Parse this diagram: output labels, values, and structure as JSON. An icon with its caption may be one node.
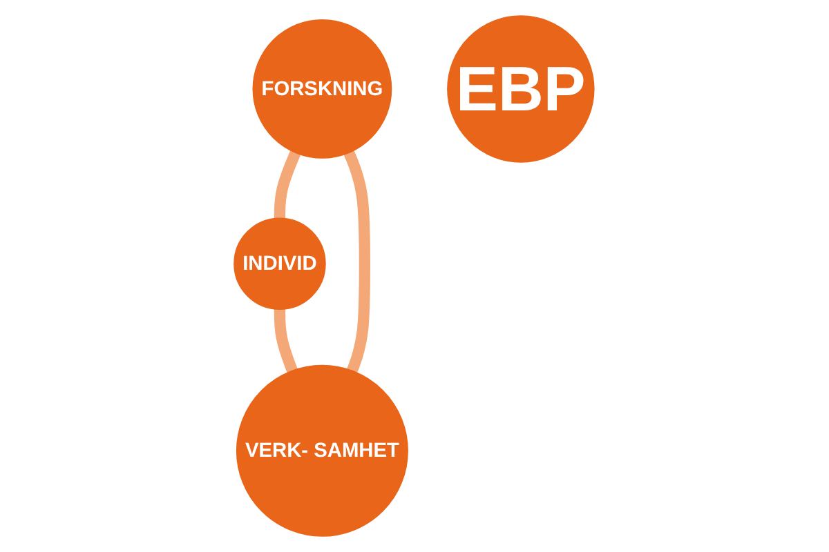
{
  "diagram": {
    "nodes": [
      {
        "text": [
          "FORSKNING"
        ]
      },
      {
        "text": [
          "EBP"
        ]
      },
      {
        "text": [
          "VERK- SAMHET"
        ]
      },
      {
        "text": [
          "INDIVID"
        ]
      }
    ],
    "edges": [
      {
        "from": 0,
        "to": 3,
        "arrow": "none"
      },
      {
        "from": 3,
        "to": 2,
        "arrow": "none"
      },
      {
        "from": 2,
        "to": 0,
        "arrow": "none"
      }
    ]
  }
}
